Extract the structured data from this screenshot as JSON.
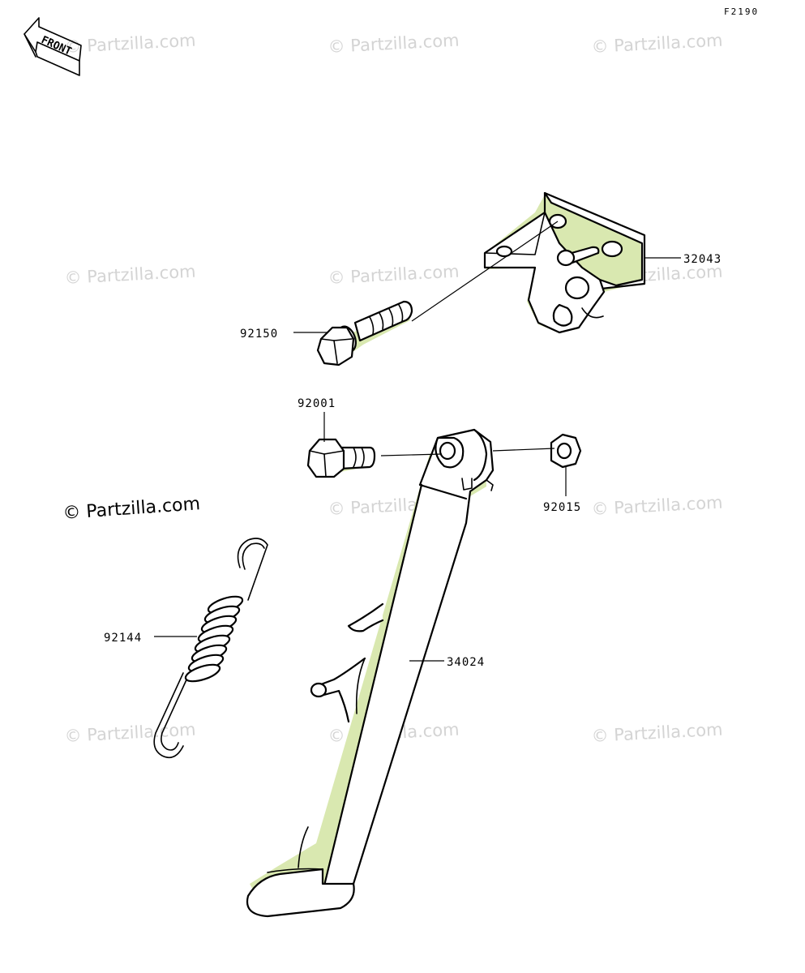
{
  "figure_code": "F2190",
  "front_label": "FRONT",
  "watermarks": {
    "faded": "© Partzilla.com",
    "prominent": "© Partzilla.com"
  },
  "parts": [
    {
      "number": "32043",
      "name": "bracket"
    },
    {
      "number": "92150",
      "name": "flange-bolt"
    },
    {
      "number": "92001",
      "name": "pivot-bolt"
    },
    {
      "number": "92015",
      "name": "nut"
    },
    {
      "number": "92144",
      "name": "spring"
    },
    {
      "number": "34024",
      "name": "side-stand"
    }
  ],
  "colors": {
    "line": "#000000",
    "highlight": "#d9e8b0",
    "watermark": "#d4d4d4"
  }
}
